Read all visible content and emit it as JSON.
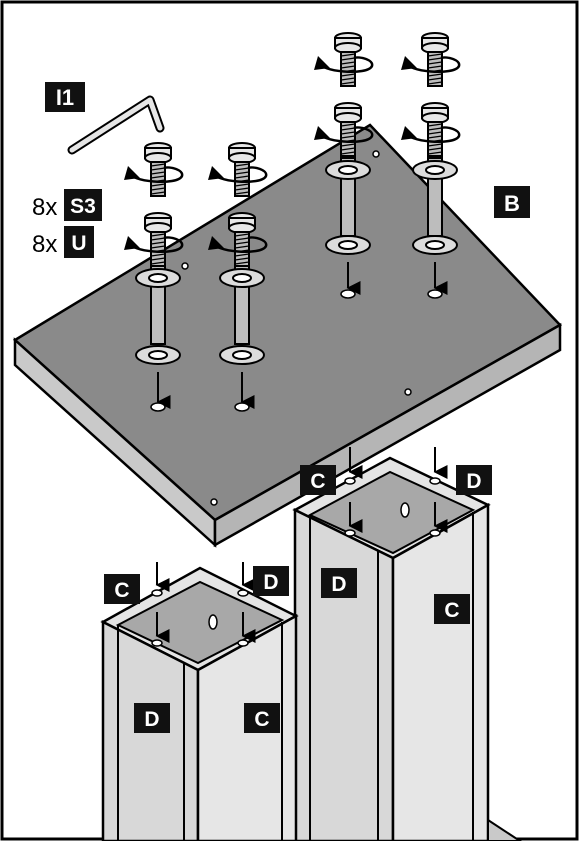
{
  "step_tag": "I1",
  "hardware": [
    {
      "qty": "8x",
      "part": "S3"
    },
    {
      "qty": "8x",
      "part": "U"
    }
  ],
  "panel_label": "B",
  "leg_labels": {
    "c": "C",
    "d": "D"
  },
  "colors": {
    "outline": "#000000",
    "panel_top": "#8a8a8a",
    "panel_edge": "#c9c9c9",
    "leg_light": "#e4e4e4",
    "leg_mid": "#d2d2d2",
    "leg_dark": "#a8a8a8",
    "washer": "#dcdcdc",
    "label_bg": "#111111",
    "label_text": "#ffffff"
  }
}
